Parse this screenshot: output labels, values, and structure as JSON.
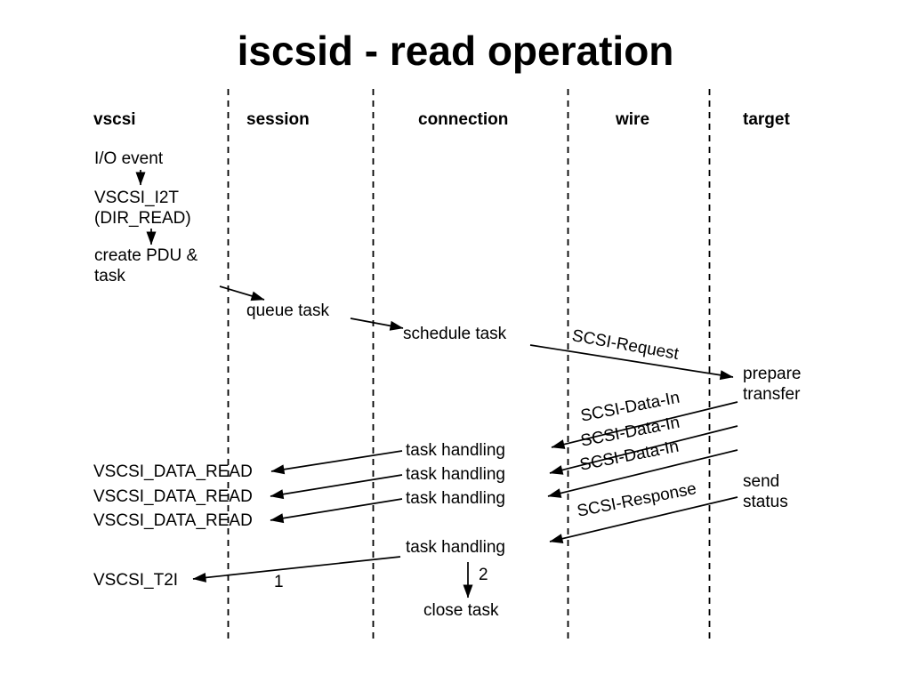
{
  "title": "iscsid - read operation",
  "columns": {
    "vscsi": "vscsi",
    "session": "session",
    "connection": "connection",
    "wire": "wire",
    "target": "target"
  },
  "vscsi_flow": {
    "io_event": "I/O event",
    "vscsi_i2t": "VSCSI_I2T",
    "dir_read": "(DIR_READ)",
    "create_pdu_line1": "create PDU &",
    "create_pdu_line2": "task"
  },
  "messages": {
    "queue_task": "queue task",
    "schedule_task": "schedule task",
    "scsi_request": "SCSI-Request",
    "prepare_transfer_line1": "prepare",
    "prepare_transfer_line2": "transfer",
    "scsi_data_in": [
      "SCSI-Data-In",
      "SCSI-Data-In",
      "SCSI-Data-In"
    ],
    "task_handling": [
      "task handling",
      "task handling",
      "task handling",
      "task handling"
    ],
    "vscsi_data_read": [
      "VSCSI_DATA_READ",
      "VSCSI_DATA_READ",
      "VSCSI_DATA_READ"
    ],
    "scsi_response": "SCSI-Response",
    "send_status_line1": "send",
    "send_status_line2": "status",
    "vscsi_t2i": "VSCSI_T2I",
    "step_1": "1",
    "step_2": "2",
    "close_task": "close task"
  },
  "colors": {
    "ink": "#000000",
    "background": "#ffffff"
  }
}
